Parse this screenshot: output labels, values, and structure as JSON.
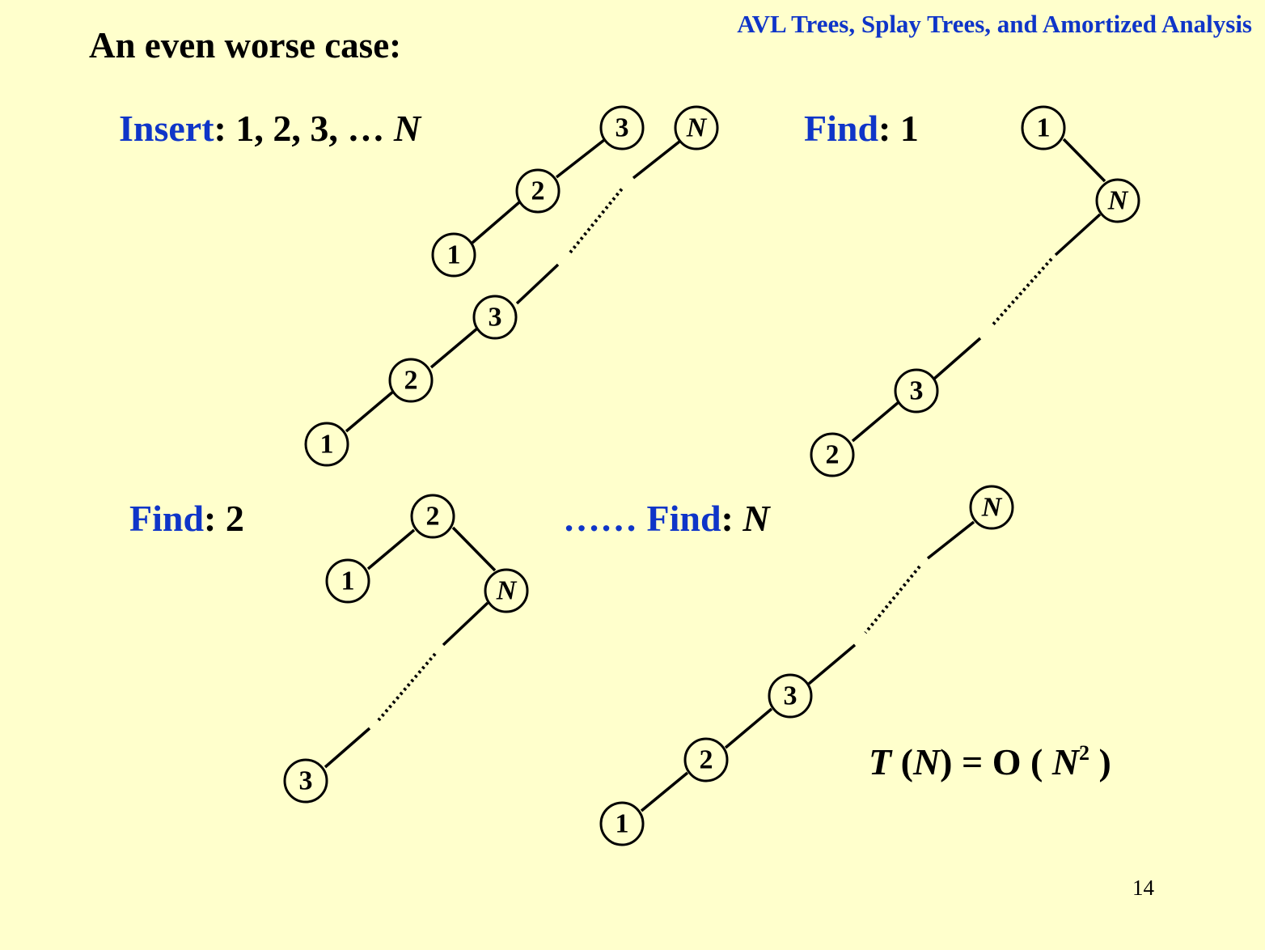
{
  "header": {
    "title": "AVL Trees, Splay Trees, and Amortized Analysis"
  },
  "slide": {
    "title": "An even worse case:",
    "page_number": "14"
  },
  "labels": {
    "insert": {
      "keyword": "Insert",
      "colon": ":",
      "values": "1, 2, 3, …",
      "last": "N"
    },
    "find1": {
      "keyword": "Find",
      "colon": ":",
      "value": "1"
    },
    "find2": {
      "keyword": "Find",
      "colon": ":",
      "value": "2"
    },
    "findN": {
      "prefix": "……",
      "keyword": "Find",
      "colon": ":",
      "value": "N"
    }
  },
  "formula": {
    "t": "T",
    "open": "(",
    "n": "N",
    "close_eq": ") =",
    "big_o": "O (",
    "n2": "N",
    "exp": "2",
    "close": ")"
  },
  "node_labels": {
    "one": "1",
    "two": "2",
    "three": "3",
    "n": "N"
  }
}
